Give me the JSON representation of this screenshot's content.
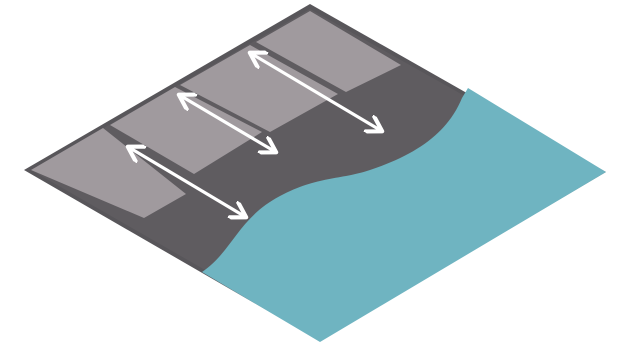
{
  "diagram": {
    "title": "",
    "colors": {
      "background": "#ffffff",
      "border": "#58565a",
      "land_dark": "#5f5c60",
      "land_light": "#a09a9e",
      "water": "#6fb4c1",
      "arrow": "#ffffff"
    },
    "elements": [
      "plot-border",
      "dark-land-area",
      "light-land-strips",
      "water-area",
      "width-arrows"
    ],
    "arrow_count": 3,
    "strip_count": 4
  }
}
